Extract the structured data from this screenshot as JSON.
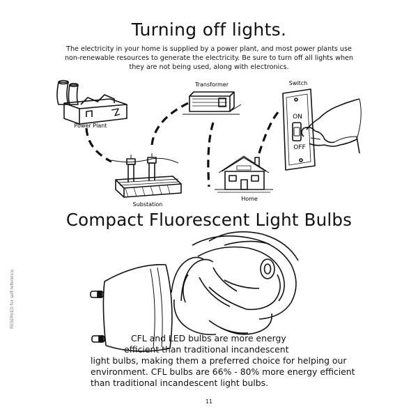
{
  "title": "Turning off lights.",
  "intro": "The electricity in your home is supplied by a power plant, and most power plants use non-renewable resources to generate the electricity. Be sure to turn off all lights when they are not being used, along with electronics.",
  "labels": {
    "power_plant": "Power Plant",
    "substation": "Substation",
    "transformer": "Transformer",
    "home": "Home",
    "switch": "Switch",
    "on": "ON",
    "off": "OFF"
  },
  "section_title": "Compact Fluorescent Light Bulbs",
  "cfl_lines": [
    "CFL and LED bulbs are more energy",
    "efficient than traditional incandescent",
    "light bulbs, making them a preferred choice for helping our",
    "environment. CFL bulbs are 66% - 80% more energy efficient",
    "than traditional incandescent light bulbs."
  ],
  "page_number": "11",
  "side_note": "RESERVED for self-reference"
}
